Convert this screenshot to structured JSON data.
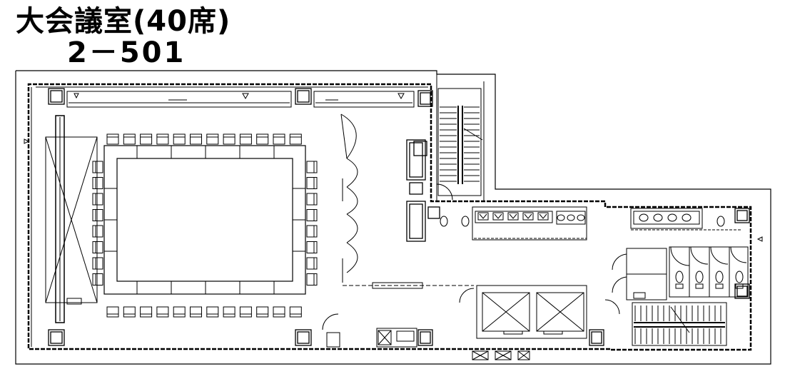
{
  "title": {
    "room_name": "大会議室(40席)",
    "room_number": "2－501"
  },
  "layout": {
    "seat_count": 40,
    "top_row_chairs": 12,
    "bottom_row_chairs": 12,
    "left_column_chairs": 8,
    "right_column_chairs": 8
  }
}
